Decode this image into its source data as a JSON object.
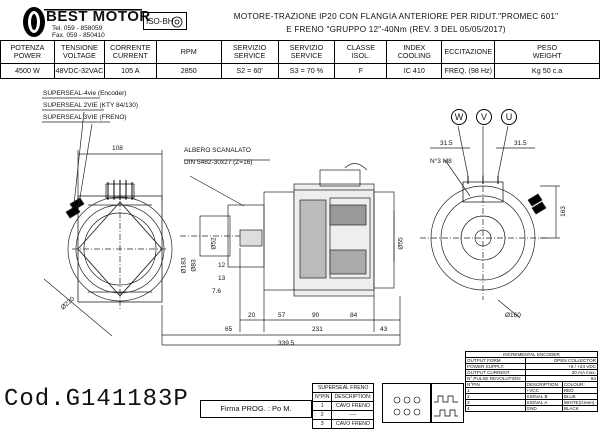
{
  "header": {
    "brand": "BEST MOTOR",
    "tel": "Tel. 059 - 858059",
    "fax": "Fax. 059 - 850410",
    "iso": "ISO-BH",
    "title_line1": "MOTORE-TRAZIONE IP20 CON FLANGIA ANTERIORE PER RIDUT.\"PROMEC 601\"",
    "title_line2": "E FRENO \"GRUPPO 12\"-40Nm  (REV. 3 DEL 05/05/2017)"
  },
  "spec": {
    "headers": [
      [
        "POTENZA",
        "POWER"
      ],
      [
        "TENSIONE",
        "VOLTAGE"
      ],
      [
        "CORRENTE",
        "CURRENT"
      ],
      [
        "RPM",
        ""
      ],
      [
        "SERVIZIO",
        "SERVICE"
      ],
      [
        "SERVIZIO",
        "SERVICE"
      ],
      [
        "CLASSE",
        "ISOL."
      ],
      [
        "INDEX COOLING",
        ""
      ],
      [
        "ECCITAZIONE",
        ""
      ],
      [
        "PESO",
        "WEIGHT"
      ]
    ],
    "values": [
      "4500 W",
      "48VDC-32VAC",
      "105 A",
      "2850",
      "S2 =   60'",
      "S3 = 70 %",
      "F",
      "IC 410",
      "FREQ. (98 Hz)",
      "Kg 50 c.a"
    ]
  },
  "labels": {
    "superseal1": "SUPERSEAL-4vie (Encoder)",
    "superseal2": "SUPERSEAL 2VIE (KTY 84/130)",
    "superseal3": "SUPERSEAL 3VIE (FRENO)",
    "albero": "ALBERO SCANALATO",
    "din": "DIN 5482-30x27 (Z=16)",
    "holes": "N°3 M8"
  },
  "dims": {
    "d108": "108",
    "d230": "Ø230",
    "d183": "Ø183",
    "d83": "Ø83",
    "d52": "Ø52",
    "d12": "12",
    "d13": "13",
    "d76": "7.6",
    "d65": "65",
    "d20": "20",
    "d57": "57",
    "d90": "90",
    "d84": "84",
    "d231": "231",
    "d43": "43",
    "d3395": "339.5",
    "d55": "Ø55",
    "d315a": "31.5",
    "d315b": "31.5",
    "d163": "163",
    "d160": "Ø160"
  },
  "terminals": [
    "W",
    "V",
    "U"
  ],
  "code": "Cod.G141183P",
  "firma": "Firma PROG. : Po M.",
  "superseal_freno": {
    "title": "SUPERSEAL FRENO",
    "head": [
      "N°PIN",
      "DESCRIPTION:"
    ],
    "rows": [
      [
        "1",
        "CAVO FRENO"
      ],
      [
        "2",
        "----"
      ],
      [
        "3",
        "CAVO FRENO"
      ]
    ]
  },
  "encoder": {
    "title": "INCREMENTAL ENCODER",
    "specs": [
      [
        "OUTPUT FORM",
        "OPEN COLLECTOR"
      ],
      [
        "POWER SUPPLY:",
        "+5 / +24 VDC"
      ],
      [
        "OUTPUT CURRENT",
        "20 mA  max."
      ],
      [
        "N° PULSE REVOLUTION:",
        "64"
      ]
    ],
    "pins_head": [
      "N°PIN",
      "DESCRIPTION:",
      "COLOUR:"
    ],
    "pins": [
      [
        "1",
        "+VCC",
        "RED"
      ],
      [
        "2",
        "SIGNAL B",
        "BLUE"
      ],
      [
        "3",
        "SIGNAL A",
        "WHITE(Green)"
      ],
      [
        "4",
        "GND",
        "BLACK"
      ]
    ]
  }
}
